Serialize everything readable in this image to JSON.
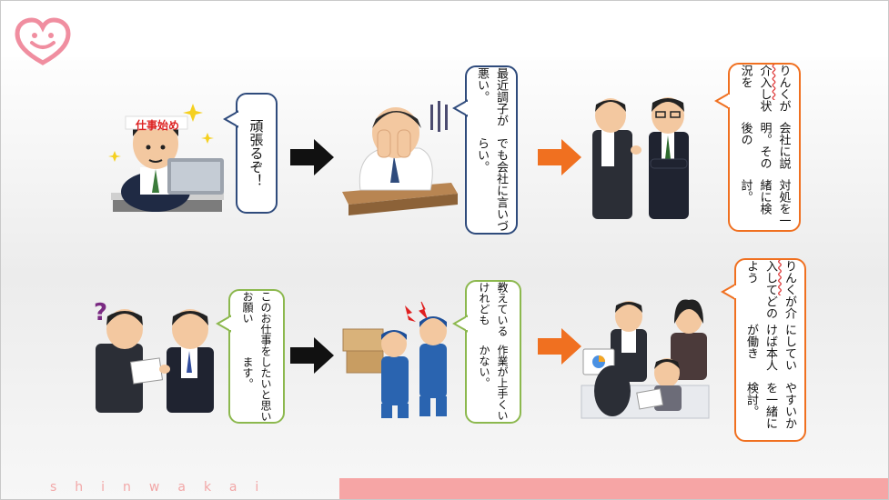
{
  "bubbles": {
    "b1": "頑張るぞ！",
    "b2_l1": "最近調子が悪い。",
    "b2_l2": "でも会社に言いづらい。",
    "b3_l1_word": "りんく",
    "b3_l1_rest": "が介入し状況を",
    "b3_l2": "会社に説明。その後の",
    "b3_l3": "対処を一緒に検討。",
    "b4_l1": "このお仕事をお願い",
    "b4_l2": "したいと思います。",
    "b5_l1": "教えているけれども",
    "b5_l2": "作業が上手くいかない。",
    "b6_l1_word": "りんく",
    "b6_l1_rest": "が介入してどのよう",
    "b6_l2": "にしていけば本人が働き",
    "b6_l3": "やすいかを一緒に検討。"
  },
  "headband_text": "仕事始め",
  "footer": {
    "brand": "shinwakai"
  },
  "colors": {
    "blue": "#2f4b7c",
    "orange": "#f07020",
    "green": "#8cb84e",
    "pink": "#f6a5a5",
    "logo": "#f08ea0"
  },
  "icons": [
    "smile-heart-logo-icon",
    "black-arrow-icon",
    "orange-arrow-icon"
  ]
}
